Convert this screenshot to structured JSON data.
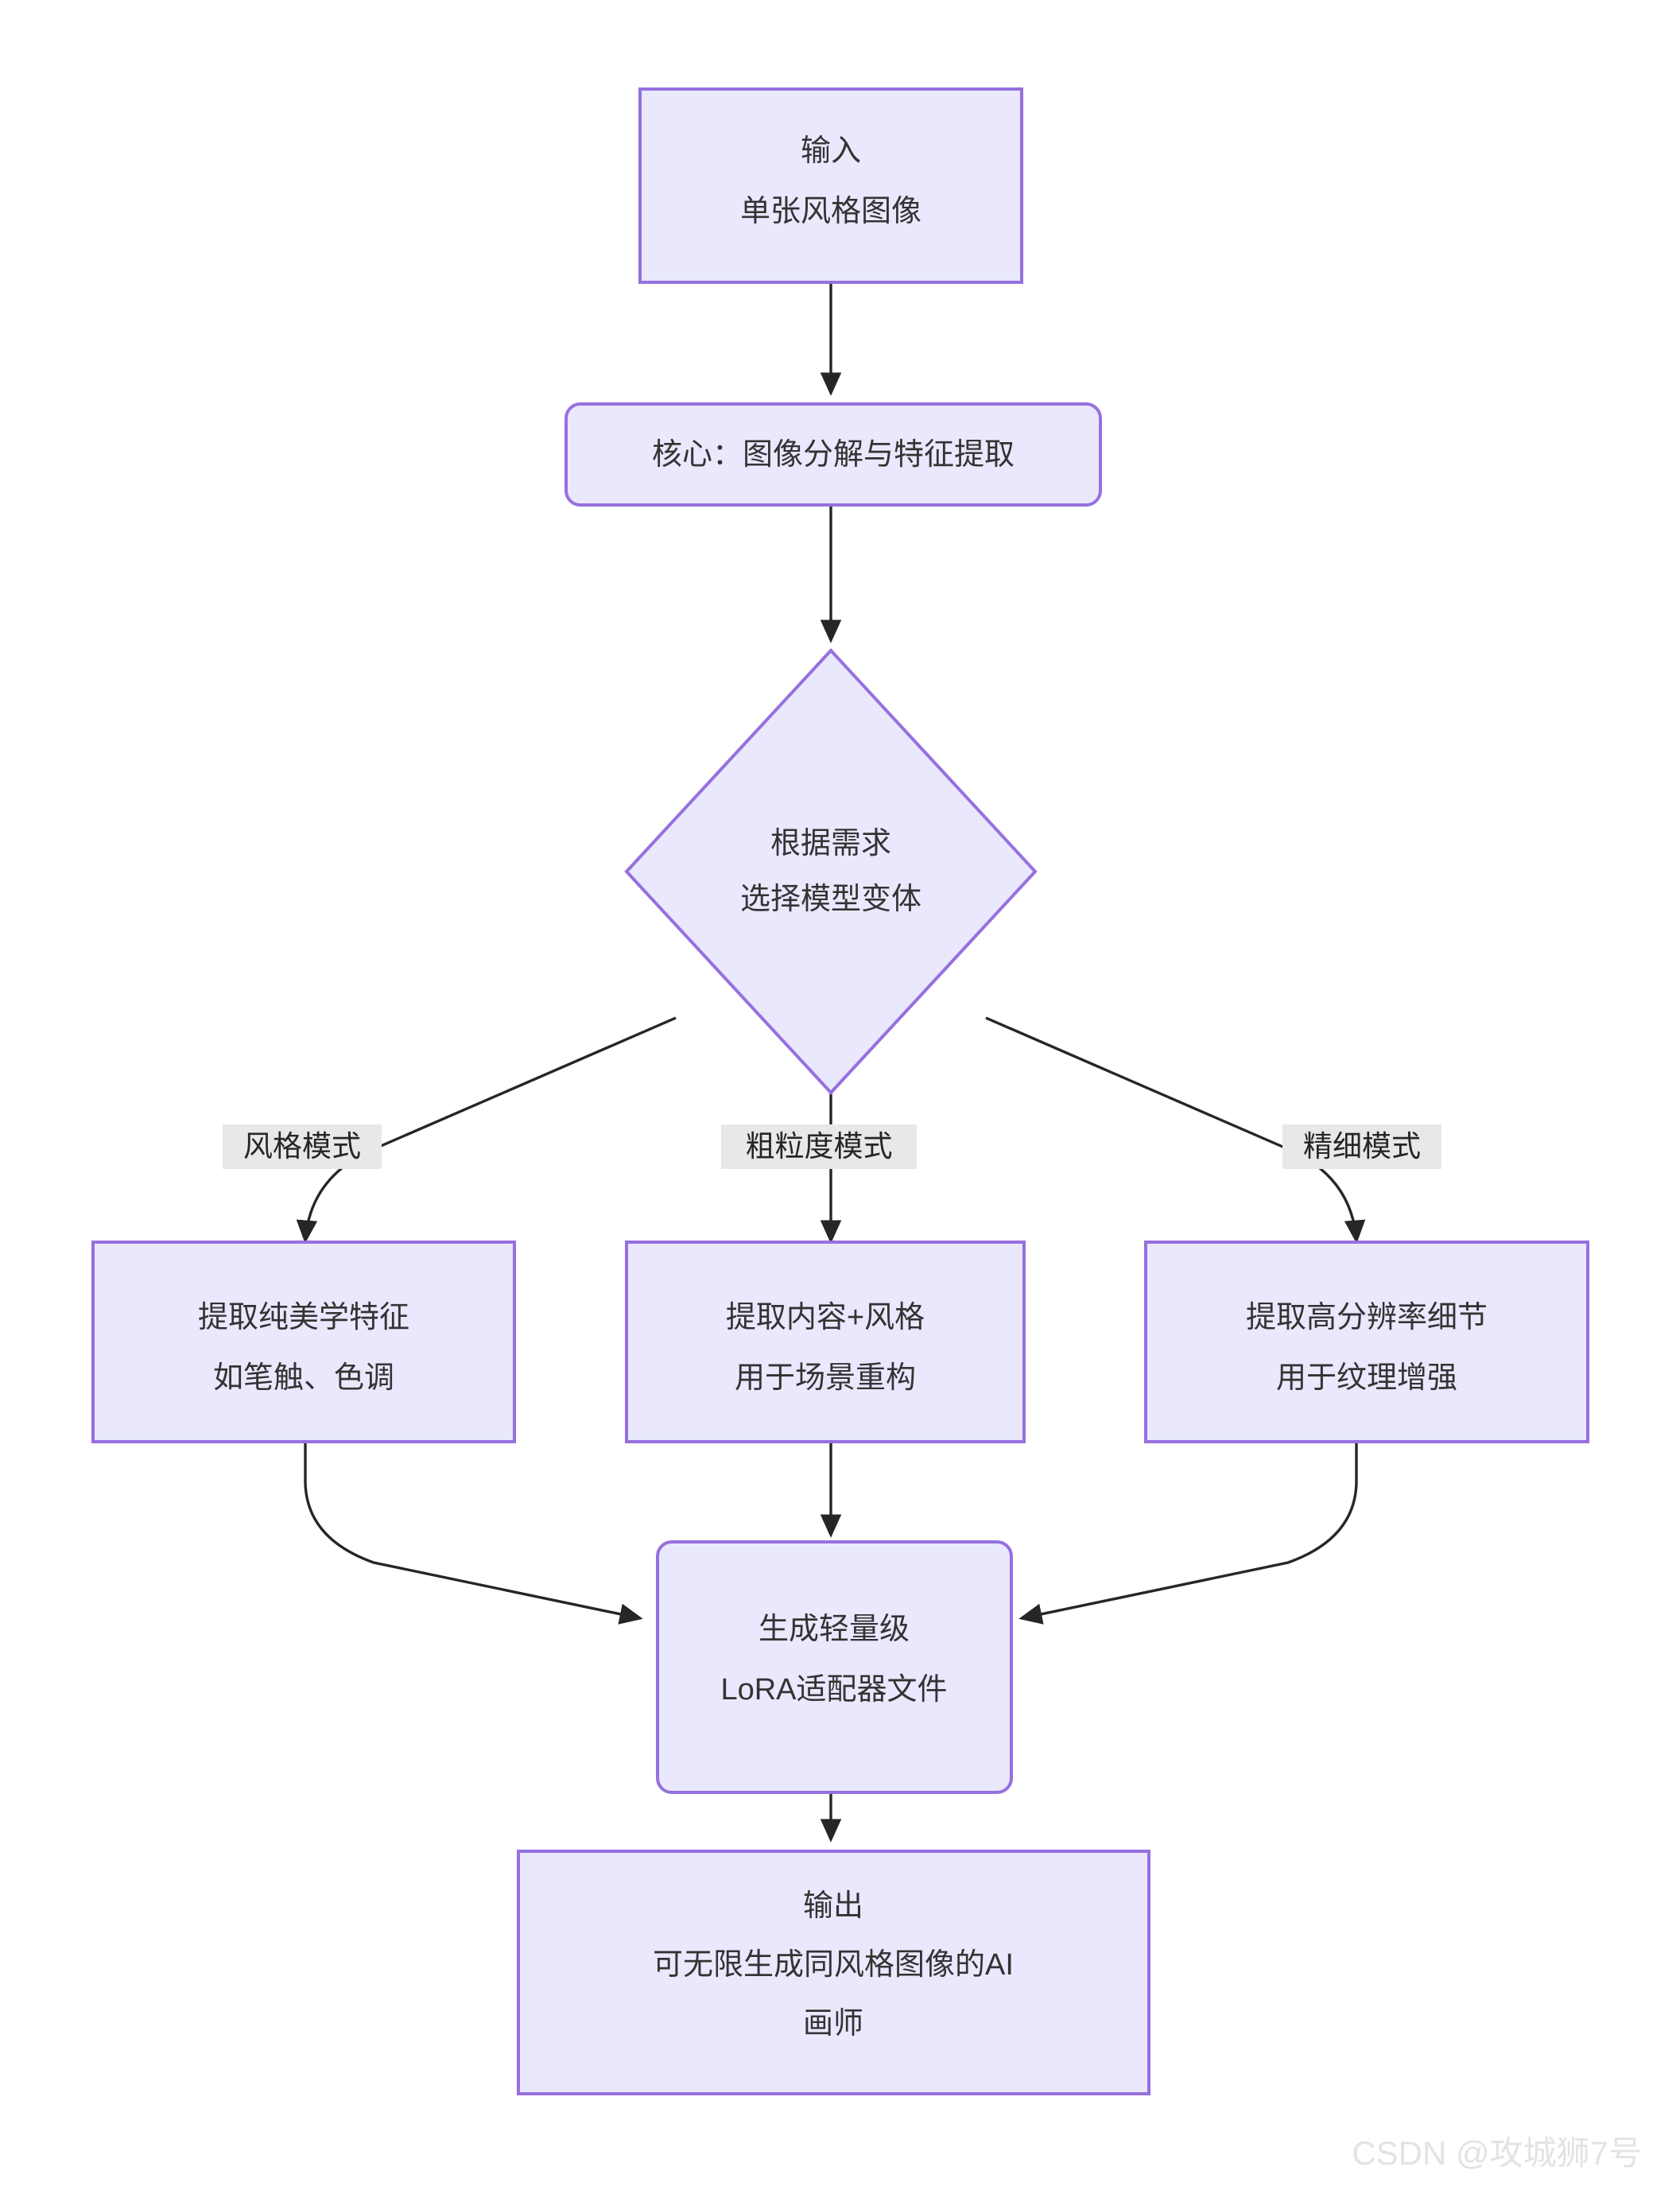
{
  "diagram": {
    "type": "flowchart",
    "direction": "top-down",
    "theme": {
      "node_fill": "#e9e8fd",
      "node_border": "#9670e0",
      "edge_color": "#262626",
      "edge_label_bg": "#e8e8e8",
      "text_color": "#333333",
      "canvas_bg": "#ffffff"
    },
    "nodes": {
      "input": {
        "shape": "rect",
        "lines": [
          "输入",
          "单张风格图像"
        ]
      },
      "core": {
        "shape": "rounded-rect",
        "lines": [
          "核心：图像分解与特征提取"
        ]
      },
      "decision": {
        "shape": "diamond",
        "lines": [
          "根据需求",
          "选择模型变体"
        ]
      },
      "style_mode": {
        "shape": "rect",
        "lines": [
          "提取纯美学特征",
          "如笔触、色调"
        ]
      },
      "coarse_mode": {
        "shape": "rect",
        "lines": [
          "提取内容+风格",
          "用于场景重构"
        ]
      },
      "fine_mode": {
        "shape": "rect",
        "lines": [
          "提取高分辨率细节",
          "用于纹理增强"
        ]
      },
      "lora": {
        "shape": "rounded-rect",
        "lines": [
          "生成轻量级",
          "LoRA适配器文件"
        ]
      },
      "output": {
        "shape": "rect",
        "lines": [
          "输出",
          "可无限生成同风格图像的AI",
          "画师"
        ]
      }
    },
    "edge_labels": {
      "style": "风格模式",
      "coarse": "粗粒度模式",
      "fine": "精细模式"
    },
    "edges": [
      {
        "from": "input",
        "to": "core",
        "label": ""
      },
      {
        "from": "core",
        "to": "decision",
        "label": ""
      },
      {
        "from": "decision",
        "to": "style_mode",
        "label": "风格模式"
      },
      {
        "from": "decision",
        "to": "coarse_mode",
        "label": "粗粒度模式"
      },
      {
        "from": "decision",
        "to": "fine_mode",
        "label": "精细模式"
      },
      {
        "from": "style_mode",
        "to": "lora",
        "label": ""
      },
      {
        "from": "coarse_mode",
        "to": "lora",
        "label": ""
      },
      {
        "from": "fine_mode",
        "to": "lora",
        "label": ""
      },
      {
        "from": "lora",
        "to": "output",
        "label": ""
      }
    ]
  },
  "watermark": {
    "text": "CSDN @攻城狮7号"
  }
}
